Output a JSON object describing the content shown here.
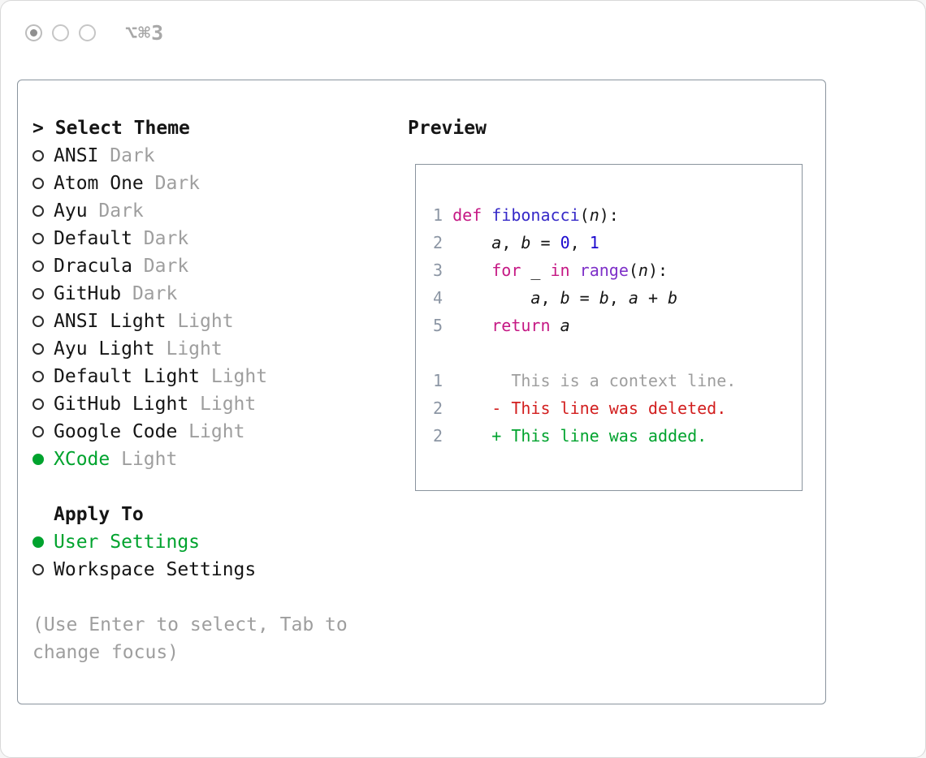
{
  "window": {
    "shortcut": "⌥⌘3"
  },
  "theme_selector": {
    "prompt": ">",
    "title": "Select Theme",
    "items": [
      {
        "name": "ANSI",
        "variant": "Dark",
        "selected": false
      },
      {
        "name": "Atom One",
        "variant": "Dark",
        "selected": false
      },
      {
        "name": "Ayu",
        "variant": "Dark",
        "selected": false
      },
      {
        "name": "Default",
        "variant": "Dark",
        "selected": false
      },
      {
        "name": "Dracula",
        "variant": "Dark",
        "selected": false
      },
      {
        "name": "GitHub",
        "variant": "Dark",
        "selected": false
      },
      {
        "name": "ANSI Light",
        "variant": "Light",
        "selected": false
      },
      {
        "name": "Ayu Light",
        "variant": "Light",
        "selected": false
      },
      {
        "name": "Default Light",
        "variant": "Light",
        "selected": false
      },
      {
        "name": "GitHub Light",
        "variant": "Light",
        "selected": false
      },
      {
        "name": "Google Code",
        "variant": "Light",
        "selected": false
      },
      {
        "name": "XCode",
        "variant": "Light",
        "selected": true
      }
    ]
  },
  "apply_to": {
    "title": "Apply To",
    "options": [
      {
        "label": "User Settings",
        "selected": true
      },
      {
        "label": "Workspace Settings",
        "selected": false
      }
    ]
  },
  "help_lines": [
    "(Use Enter to select, Tab to",
    "change focus)"
  ],
  "preview": {
    "title": "Preview",
    "code_lines": [
      {
        "num": "1",
        "tokens": [
          [
            "def",
            "k"
          ],
          [
            " ",
            ""
          ],
          [
            "fibonacci",
            "f"
          ],
          [
            "(",
            ""
          ],
          [
            "n",
            "v"
          ],
          [
            "):",
            ""
          ]
        ]
      },
      {
        "num": "2",
        "tokens": [
          [
            "    ",
            ""
          ],
          [
            "a",
            "v"
          ],
          [
            ", ",
            ""
          ],
          [
            "b",
            "v"
          ],
          [
            " = ",
            ""
          ],
          [
            "0",
            "n"
          ],
          [
            ", ",
            ""
          ],
          [
            "1",
            "n"
          ]
        ]
      },
      {
        "num": "3",
        "tokens": [
          [
            "    ",
            ""
          ],
          [
            "for",
            "k"
          ],
          [
            " _ ",
            ""
          ],
          [
            "in",
            "k"
          ],
          [
            " ",
            ""
          ],
          [
            "range",
            "b"
          ],
          [
            "(",
            ""
          ],
          [
            "n",
            "v"
          ],
          [
            "):",
            ""
          ]
        ]
      },
      {
        "num": "4",
        "tokens": [
          [
            "        ",
            ""
          ],
          [
            "a",
            "v"
          ],
          [
            ", ",
            ""
          ],
          [
            "b",
            "v"
          ],
          [
            " = ",
            ""
          ],
          [
            "b",
            "v"
          ],
          [
            ", ",
            ""
          ],
          [
            "a",
            "v"
          ],
          [
            " + ",
            ""
          ],
          [
            "b",
            "v"
          ]
        ]
      },
      {
        "num": "5",
        "tokens": [
          [
            "    ",
            ""
          ],
          [
            "return",
            "k"
          ],
          [
            " ",
            ""
          ],
          [
            "a",
            "v"
          ]
        ]
      }
    ],
    "diff_lines": [
      {
        "num": "1",
        "kind": "context",
        "text": "      This is a context line."
      },
      {
        "num": "2",
        "kind": "deleted",
        "text": "    - This line was deleted."
      },
      {
        "num": "2",
        "kind": "added",
        "text": "    + This line was added."
      }
    ]
  },
  "colors": {
    "green": "#00a32e",
    "red": "#d21f1f",
    "magenta": "#c51884",
    "indigo": "#3629c8",
    "purple": "#7e30c8",
    "blue": "#1c09ce",
    "gray": "#9e9e9e",
    "line-number": "#8c96a4",
    "text": "#151515",
    "border": "#8a949e"
  }
}
